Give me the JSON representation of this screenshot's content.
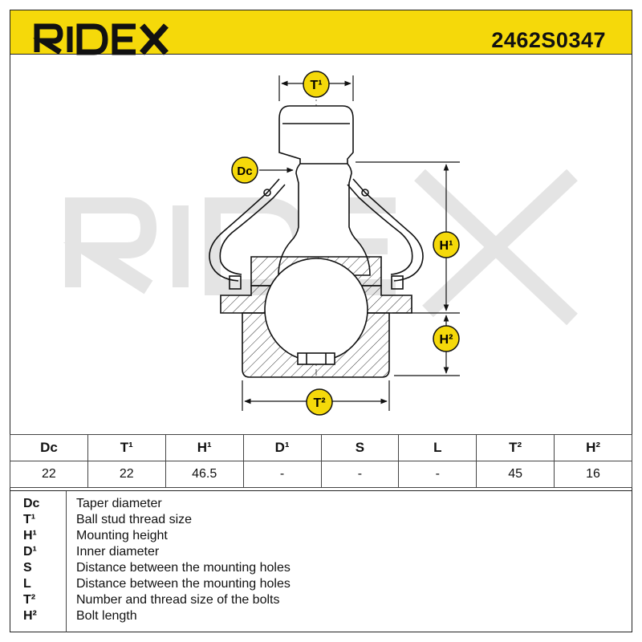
{
  "brand": {
    "name": "RIDEX",
    "accent": "#f5d90a"
  },
  "part_number": "2462S0347",
  "diagram": {
    "labels": {
      "t1_top": "T¹",
      "dc": "Dc",
      "h1": "H¹",
      "h2": "H²",
      "t2_bottom": "T²"
    },
    "watermark": "RIDEX"
  },
  "spec_table": {
    "headers": [
      "Dc",
      "T¹",
      "H¹",
      "D¹",
      "S",
      "L",
      "T²",
      "H²"
    ],
    "values": [
      "22",
      "22",
      "46.5",
      "-",
      "-",
      "-",
      "45",
      "16"
    ]
  },
  "legend": [
    {
      "code": "Dc",
      "desc": "Taper diameter"
    },
    {
      "code": "T¹",
      "desc": "Ball stud thread size"
    },
    {
      "code": "H¹",
      "desc": "Mounting height"
    },
    {
      "code": "D¹",
      "desc": "Inner diameter"
    },
    {
      "code": "S",
      "desc": "Distance between the mounting holes"
    },
    {
      "code": "L",
      "desc": "Distance between the mounting holes"
    },
    {
      "code": "T²",
      "desc": "Number and thread size of the bolts"
    },
    {
      "code": "H²",
      "desc": "Bolt length"
    }
  ]
}
